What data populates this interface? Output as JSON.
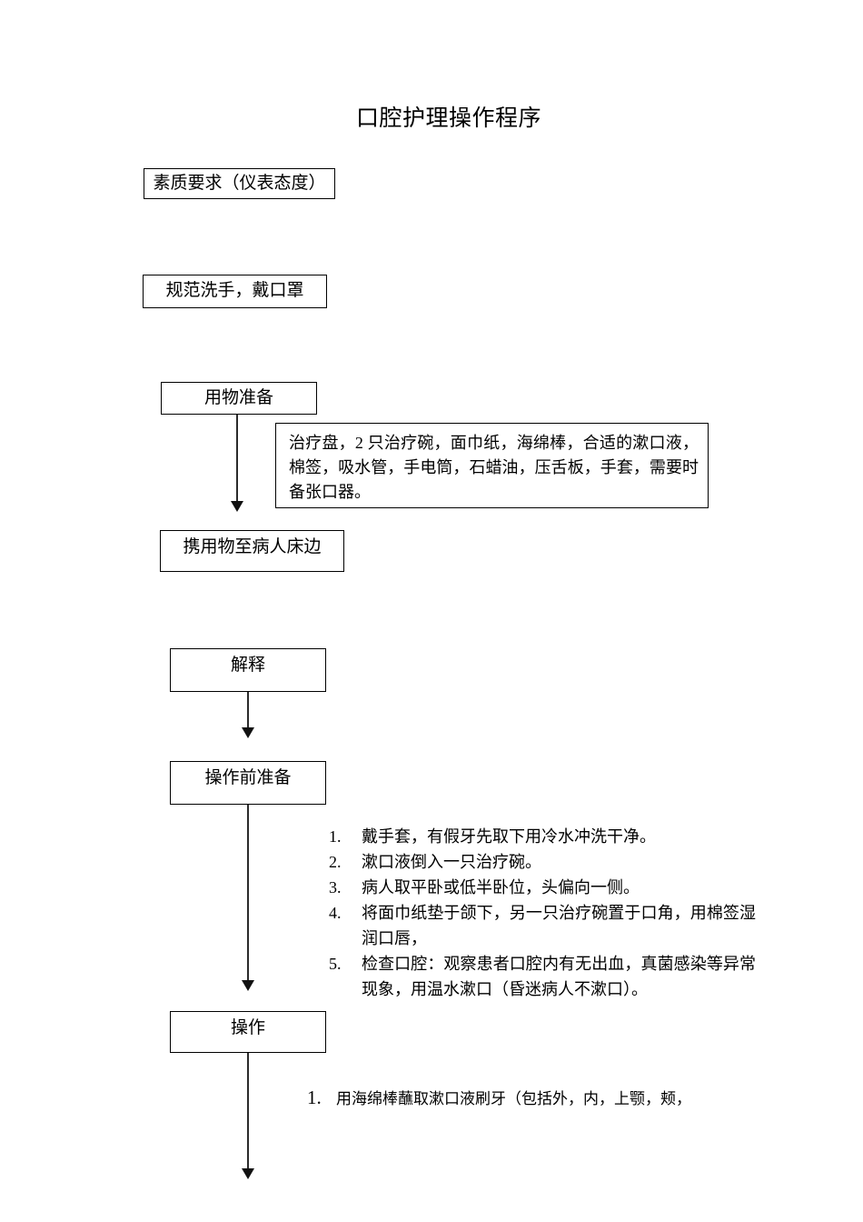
{
  "document": {
    "title": "口腔护理操作程序"
  },
  "flow": {
    "boxes": [
      {
        "id": "quality",
        "label": "素质要求（仪表态度）"
      },
      {
        "id": "wash",
        "label": "规范洗手，戴口罩"
      },
      {
        "id": "supplies",
        "label": "用物准备"
      },
      {
        "id": "bedside",
        "label": "携用物至病人床边"
      },
      {
        "id": "explain",
        "label": "解释"
      },
      {
        "id": "preop",
        "label": "操作前准备"
      },
      {
        "id": "operate",
        "label": "操作"
      }
    ]
  },
  "notes": {
    "supplies_detail": "治疗盘，2 只治疗碗，面巾纸，海绵棒，合适的漱口液，棉签，吸水管，手电筒，石蜡油，压舌板，手套，需要时备张口器。"
  },
  "preop_steps": {
    "items": [
      {
        "num": "1.",
        "text": "戴手套，有假牙先取下用冷水冲洗干净。"
      },
      {
        "num": "2.",
        "text": "漱口液倒入一只治疗碗。"
      },
      {
        "num": "3.",
        "text": "病人取平卧或低半卧位，头偏向一侧。"
      },
      {
        "num": "4.",
        "text": "将面巾纸垫于颌下，另一只治疗碗置于口角，用棉签湿润口唇，"
      },
      {
        "num": "5.",
        "text": "检查口腔：观察患者口腔内有无出血，真菌感染等异常现象，用温水漱口（昏迷病人不漱口）。"
      }
    ]
  },
  "operate_steps": {
    "items": [
      {
        "num": "1.",
        "text": "用海绵棒蘸取漱口液刷牙（包括外，内，上颚，颊，"
      }
    ]
  },
  "colors": {
    "page_background": "#ffffff",
    "text": "#000000",
    "box_border": "#000000",
    "arrow": "#2b2b2b"
  }
}
